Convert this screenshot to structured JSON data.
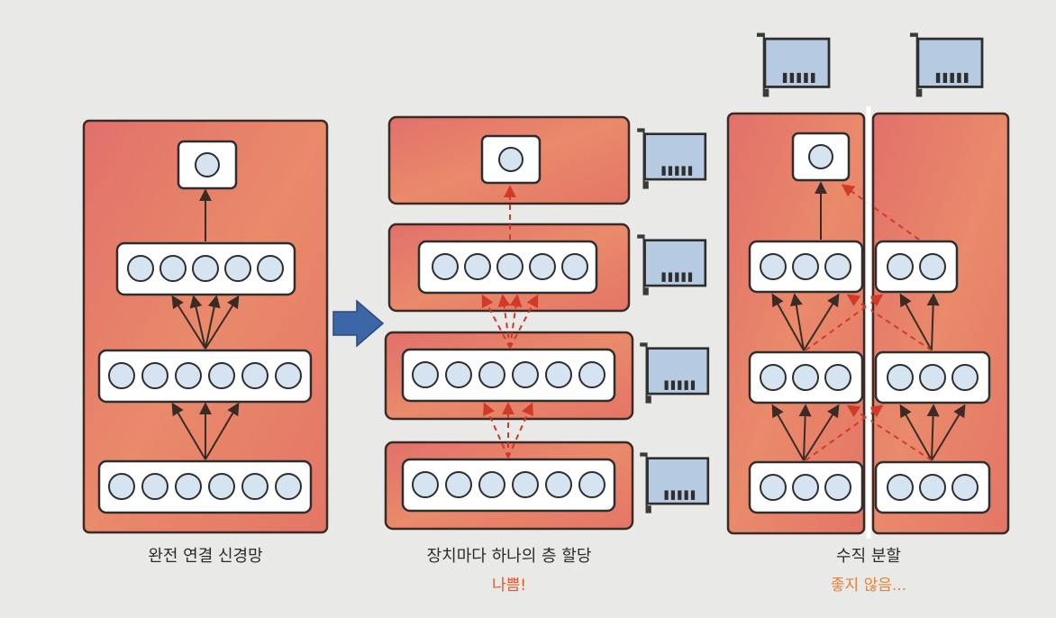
{
  "captions": {
    "fully_connected": "완전 연결 신경망",
    "layer_per_device": "장치마다 하나의 층 할당",
    "layer_per_device_verdict": "나쁨!",
    "vertical_split": "수직 분할",
    "vertical_split_verdict": "좋지 않음..."
  },
  "diagrams": {
    "fully_connected": {
      "layers": [
        6,
        6,
        5,
        1
      ]
    },
    "layer_per_device": {
      "layers": [
        6,
        6,
        5,
        1
      ],
      "devices": 4
    },
    "vertical_split": {
      "left_layers": [
        3,
        3,
        3,
        1
      ],
      "right_layers": [
        3,
        3,
        2,
        0
      ],
      "devices": 2
    }
  },
  "colors": {
    "panel": "#e47a6a",
    "panel_border": "#3b2a26",
    "neuron": "#d6e4f2",
    "solid_arrow": "#3a2b27",
    "dashed_arrow": "#cf3b28",
    "device_card": "#b6cbe2",
    "block_arrow": "#3d66a8",
    "caption_bad": "#e0572f",
    "caption_meh": "#e6813a"
  },
  "icons": [
    "gpu-card-icon",
    "right-arrow-icon"
  ]
}
